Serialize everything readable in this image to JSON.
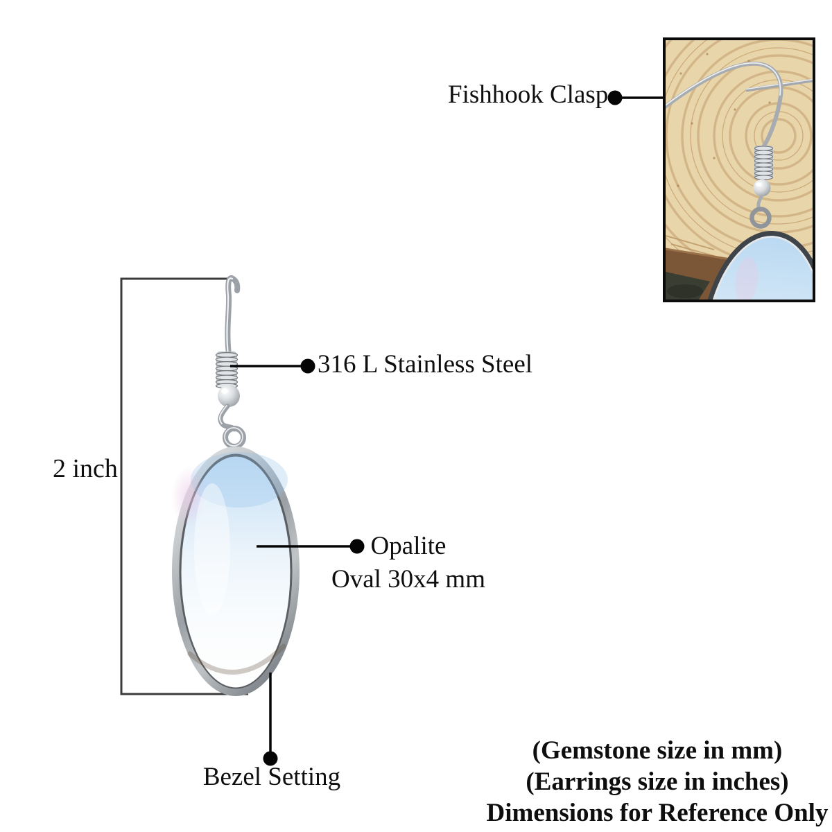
{
  "diagram": {
    "callouts": {
      "clasp": "Fishhook Clasp",
      "material": "316 L Stainless Steel",
      "gemstone": "Opalite",
      "gemstone_size": "Oval 30x4 mm",
      "setting": "Bezel Setting",
      "length": "2 inch"
    },
    "footnotes": [
      "(Gemstone size in mm)",
      "(Earrings size in inches)",
      "Dimensions for Reference Only"
    ]
  },
  "colors": {
    "background": "#ffffff",
    "text": "#0e0e0e",
    "annotation_line": "#050505",
    "dimension_line": "#3b3b3b",
    "metal_silver": "#9ba1a7",
    "gemstone_blue": "#c8e0f5",
    "photo_wood": "#e9d5aa",
    "photo_wood_ring": "#d0b183",
    "photo_plank_edge": "#7c5737",
    "photo_border": "#0b0b0b"
  },
  "icons": {
    "callout_dot": "●"
  }
}
